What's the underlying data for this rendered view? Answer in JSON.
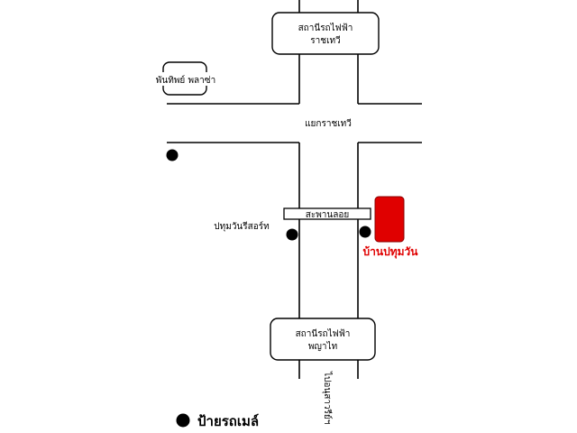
{
  "stations": {
    "ratchathewi": {
      "line1": "สถานีรถไฟฟ้า",
      "line2": "ราชเทวี"
    },
    "phayathai": {
      "line1": "สถานีรถไฟฟ้า",
      "line2": "พญาไท"
    }
  },
  "places": {
    "pantip_plaza": "พันทิพย์ พลาซ่า",
    "ratchathewi_junction": "แยกราชเทวี",
    "bridge": "สะพานลอย",
    "pathumwan_resort": "ปทุมวันรีสอร์ท",
    "baan_pathumwan": "บ้านปทุมวัน",
    "road_to_victory": "ไปอนุสาวรีย์ฯ"
  },
  "legend": {
    "bus_stop_label": "ป้ายรถเมล์"
  },
  "colors": {
    "highlight": "#e00000",
    "roads": "#000000"
  }
}
